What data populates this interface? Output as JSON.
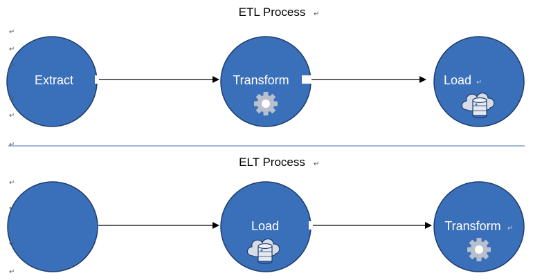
{
  "colors": {
    "node_fill": "#3a6fb9",
    "node_stroke": "#1f3d6b",
    "gear": "#b7c0cc",
    "cloud": "#d6dde8",
    "cylinder": "#e5e9f0",
    "divider": "#3f6fa8",
    "arrow": "#000000",
    "para_mark": "#555555"
  },
  "para_mark_glyph": "↵",
  "sections": [
    {
      "id": "etl",
      "title": "ETL Process",
      "nodes": [
        {
          "label": "Extract",
          "icon": ""
        },
        {
          "label": "Transform",
          "icon": "gear-icon"
        },
        {
          "label": "Load",
          "icon": "database-cloud-icon"
        }
      ]
    },
    {
      "id": "elt",
      "title": "ELT Process",
      "nodes": [
        {
          "label": "",
          "icon": ""
        },
        {
          "label": "Load",
          "icon": "database-cloud-icon"
        },
        {
          "label": "Transform",
          "icon": "gear-icon"
        }
      ]
    }
  ]
}
